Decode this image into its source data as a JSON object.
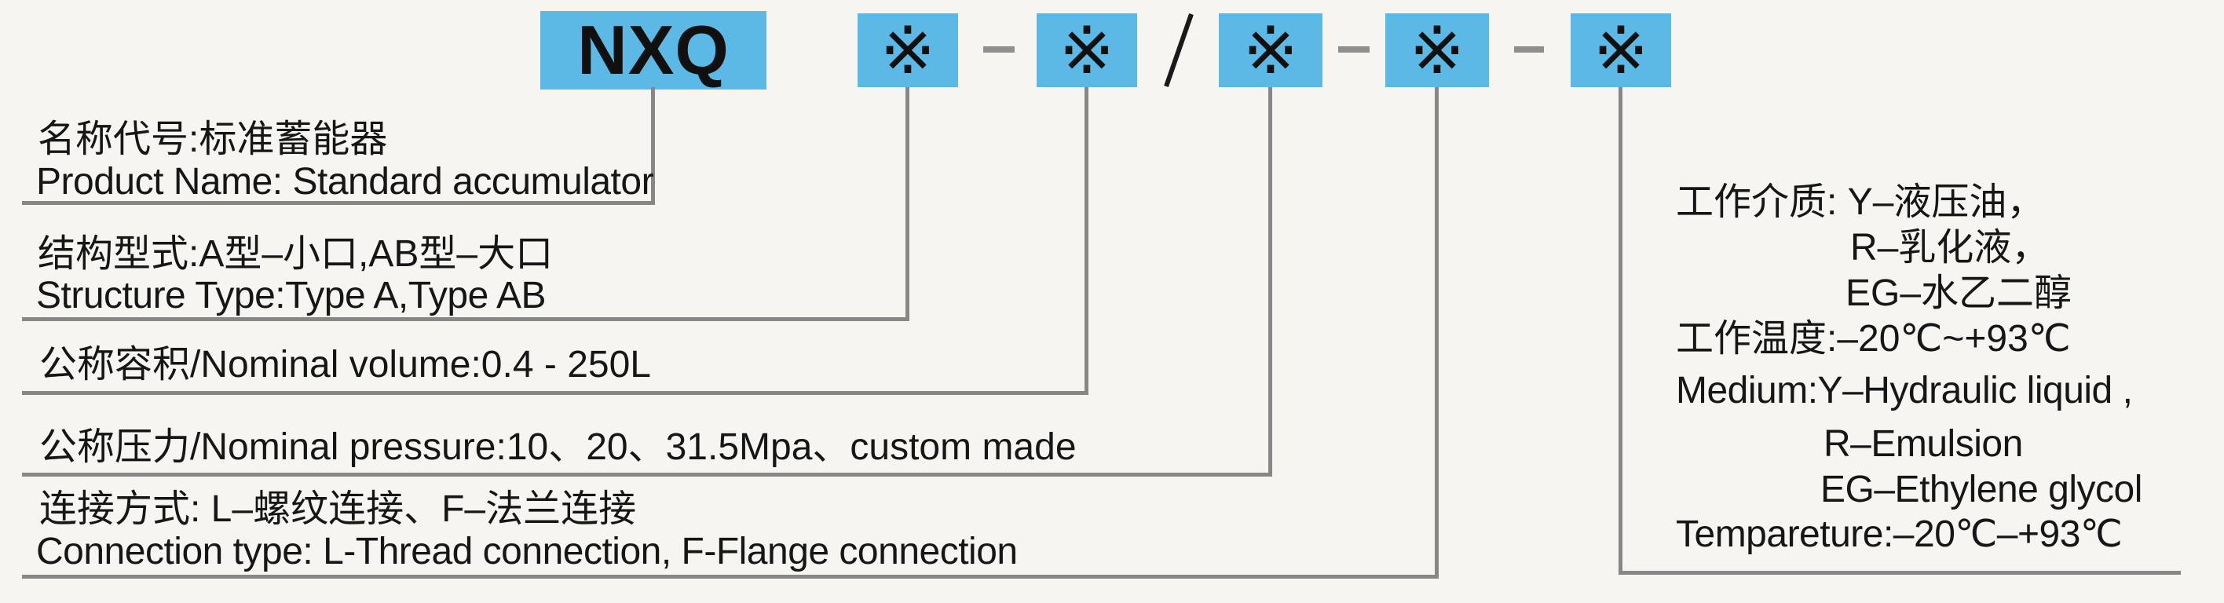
{
  "colors": {
    "box_blue": "#5cb9e5",
    "connector_gray": "#878787",
    "text_black": "#161616",
    "background": "#f6f5f2"
  },
  "model_code": {
    "prefix": "NXQ",
    "wildcard": "※",
    "slash": "/",
    "dash": "–"
  },
  "left_blocks": [
    {
      "cn": "名称代号:标准蓄能器",
      "en": "Product Name: Standard accumulator"
    },
    {
      "cn": "结构型式:A型–小口,AB型–大口",
      "en": "Structure Type:Type A,Type AB"
    },
    {
      "cn": "公称容积/Nominal volume:0.4 - 250L"
    },
    {
      "cn": "公称压力/Nominal pressure:10、20、31.5Mpa、custom made"
    },
    {
      "cn": "连接方式: L–螺纹连接、F–法兰连接",
      "en": "Connection type: L-Thread connection, F-Flange connection"
    }
  ],
  "right_block": {
    "line1": "工作介质: Y–液压油，",
    "line2": "R–乳化液，",
    "line3": "EG–水乙二醇",
    "line4": "工作温度:–20℃~+93℃",
    "line5": "Medium:Y–Hydraulic liquid ,",
    "line6": "R–Emulsion",
    "line7": "EG–Ethylene glycol",
    "line8": "Tempareture:–20℃–+93℃"
  }
}
